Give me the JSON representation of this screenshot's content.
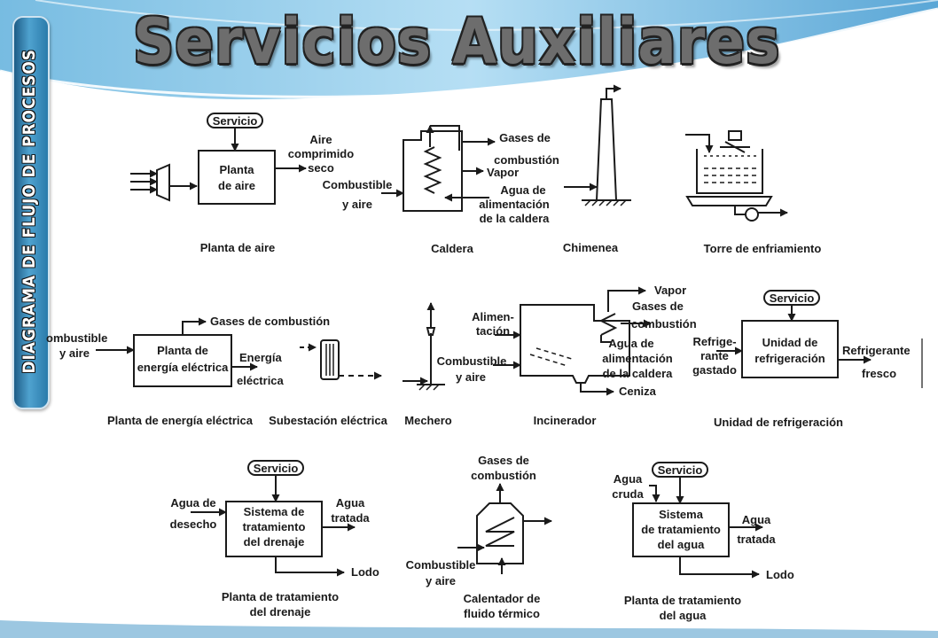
{
  "header": {
    "title": "Servicios Auxiliares",
    "side_tab": "DIAGRAMA DE FLUJO DE PROCESOS"
  },
  "colors": {
    "accent_blue": "#3a8fc4",
    "tab_dark": "#1d5c86",
    "title_gray": "#6d6d6d",
    "ink": "#1a1a1a"
  },
  "units": [
    {
      "caption": "Planta de aire",
      "texts": {
        "servicio": "Servicio",
        "box": [
          "Planta",
          "de aire"
        ],
        "out": [
          "Aire",
          "comprimido",
          "seco"
        ]
      }
    },
    {
      "caption": "Caldera",
      "texts": {
        "gases": [
          "Gases de",
          "combustión"
        ],
        "vapor": "Vapor",
        "agua": [
          "Agua de",
          "alimentación",
          "de la caldera"
        ],
        "comb": [
          "Combustible",
          "y aire"
        ]
      }
    },
    {
      "caption": "Chimenea",
      "texts": {}
    },
    {
      "caption": "Torre de enfriamiento",
      "texts": {}
    },
    {
      "caption": "Planta de energía eléctrica",
      "texts": {
        "in": [
          "ombustible",
          "y aire"
        ],
        "box": [
          "Planta de",
          "energía eléctrica"
        ],
        "gases": "Gases de combustión",
        "out": [
          "Energía",
          "eléctrica"
        ]
      }
    },
    {
      "caption": "Subestación eléctrica",
      "texts": {}
    },
    {
      "caption": "Mechero",
      "texts": {}
    },
    {
      "caption": "Incinerador",
      "texts": {
        "alim": [
          "Alimen-",
          "tación"
        ],
        "comb": [
          "Combustible",
          "y aire"
        ],
        "vapor": "Vapor",
        "gases": [
          "Gases de",
          "combustión"
        ],
        "agua": [
          "Agua de",
          "alimentación",
          "de la caldera"
        ],
        "ceniza": "Ceniza"
      }
    },
    {
      "caption": "Unidad de refrigeración",
      "texts": {
        "servicio": "Servicio",
        "box": [
          "Unidad de",
          "refrigeración"
        ],
        "in": [
          "Refrige-",
          "rante",
          "gastado"
        ],
        "out": [
          "Refrigerante",
          "fresco"
        ]
      }
    },
    {
      "caption": "Planta de tratamiento del drenaje",
      "caption_lines": [
        "Planta de tratamiento",
        "del drenaje"
      ],
      "texts": {
        "servicio": "Servicio",
        "box": [
          "Sistema de",
          "tratamiento",
          "del drenaje"
        ],
        "in": [
          "Agua de",
          "desecho"
        ],
        "out": [
          "Agua",
          "tratada"
        ],
        "lodo": "Lodo"
      }
    },
    {
      "caption": "Calentador de fluido térmico",
      "caption_lines": [
        "Calentador de",
        "fluido térmico"
      ],
      "texts": {
        "gases": [
          "Gases de",
          "combustión"
        ],
        "comb": [
          "Combustible",
          "y aire"
        ]
      }
    },
    {
      "caption": "Planta de tratamiento del agua",
      "caption_lines": [
        "Planta de tratamiento",
        "del agua"
      ],
      "texts": {
        "servicio": "Servicio",
        "cruda": [
          "Agua",
          "cruda"
        ],
        "box": [
          "Sistema",
          "de tratamiento",
          "del agua"
        ],
        "out": [
          "Agua",
          "tratada"
        ],
        "lodo": "Lodo"
      }
    }
  ]
}
